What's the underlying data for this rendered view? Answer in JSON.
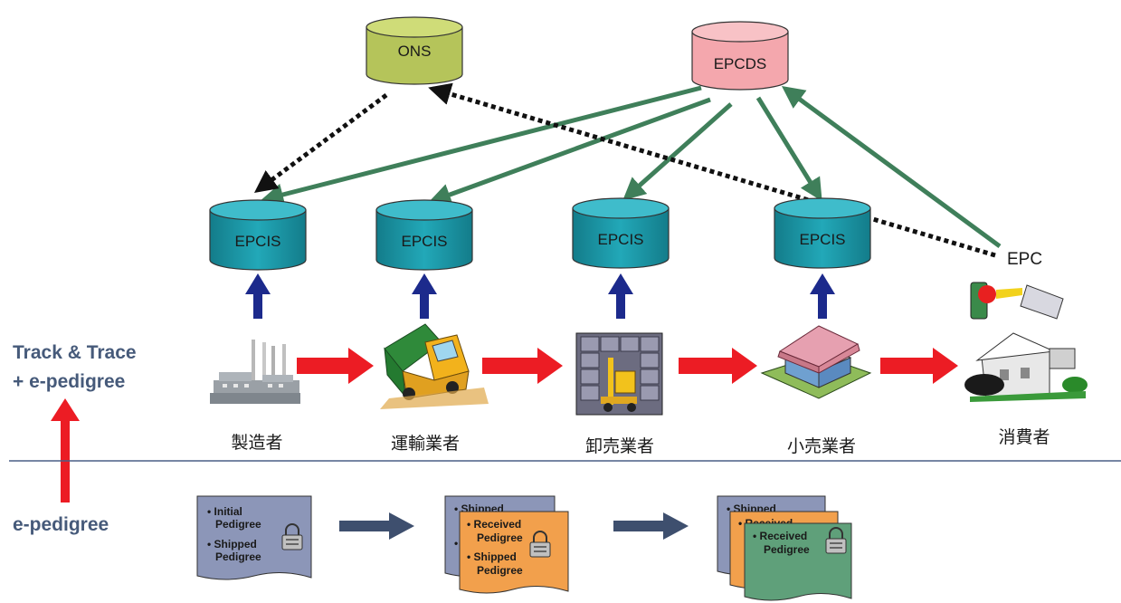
{
  "databases": {
    "ons": "ONS",
    "epcds": "EPCDS",
    "epcis": [
      "EPCIS",
      "EPCIS",
      "EPCIS",
      "EPCIS"
    ]
  },
  "epc_label": "EPC",
  "actors": [
    "製造者",
    "運輸業者",
    "卸売業者",
    "小売業者",
    "消費者"
  ],
  "side_labels": {
    "track_trace": "Track & Trace",
    "plus_pedigree": "+   e-pedigree",
    "pedigree": "e-pedigree"
  },
  "documents": {
    "doc1": [
      "• Initial",
      "Pedigree",
      "• Shipped",
      "Pedigree"
    ],
    "doc2_back": [
      "• Shipped",
      "• ..."
    ],
    "doc2_front": [
      "• Received",
      "Pedigree",
      "• Shipped",
      "Pedigree"
    ],
    "doc3_back1": [
      "• Shipped"
    ],
    "doc3_back2": [
      "• Received"
    ],
    "doc3_front": [
      "• Received",
      "Pedigree"
    ]
  },
  "colors": {
    "ons": "#b5c45a",
    "epcds": "#f4a7ad",
    "epcis": "#1f9aaa",
    "green_arrow": "#3f7f5a",
    "red_arrow": "#ec1c24",
    "blue_arrow": "#1c2a8c",
    "doc_blue": "#8c96b8",
    "doc_orange": "#f2a04c",
    "doc_green": "#5fa07a",
    "divider": "#4a5e86"
  }
}
